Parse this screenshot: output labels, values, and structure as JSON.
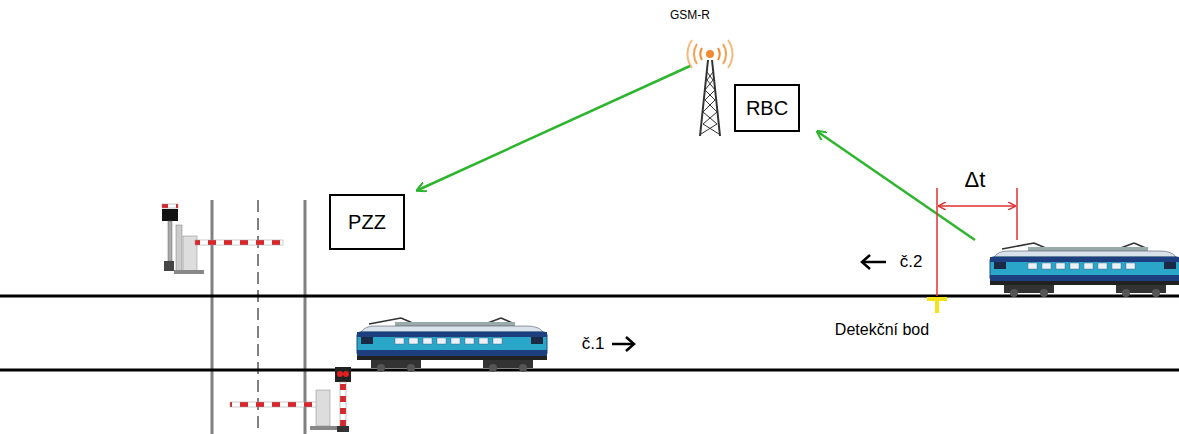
{
  "diagram": {
    "nodes": [
      {
        "text": [
          "RBC"
        ]
      },
      {
        "text": [
          "PZZ"
        ]
      }
    ],
    "labels": [
      "GSM-R",
      "Δt",
      "č.2",
      "č.1",
      "Detekční bod"
    ]
  }
}
